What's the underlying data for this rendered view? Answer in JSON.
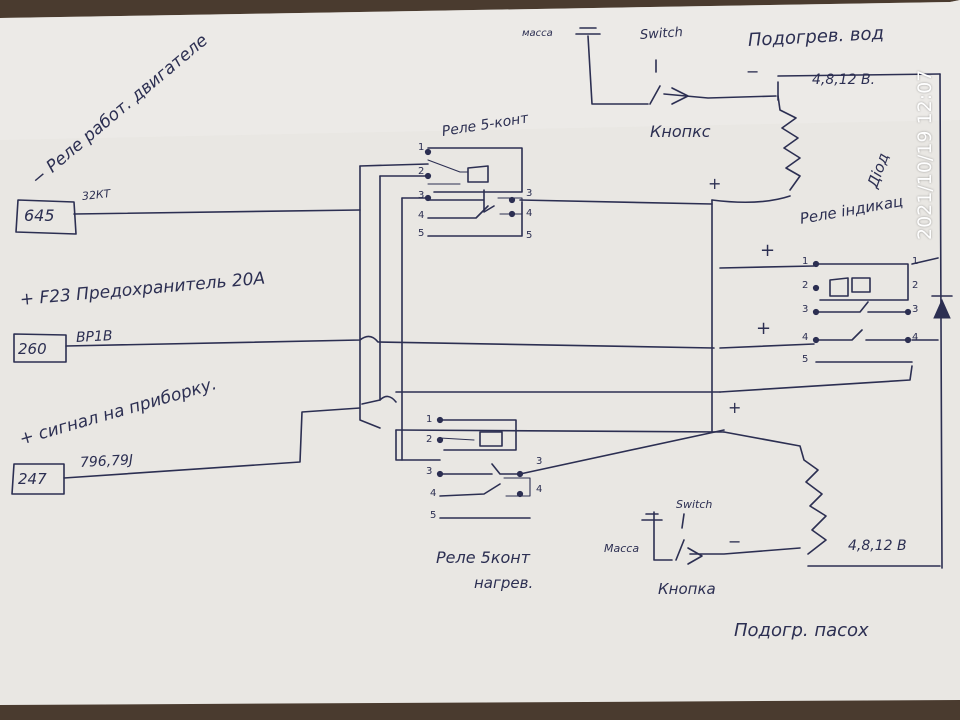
{
  "timestamp": "2021/10/19 12:07",
  "labels": {
    "relay_engine_running": "− Реле работ. двигателе",
    "wire_32kt": "32КТ",
    "terminal_645": "645",
    "fuse_f23": "+ F23 Предохранитель 20А",
    "terminal_260": "260",
    "wire_bp1b": "BP1B",
    "signal_dashboard": "+ сигнал на приборку.",
    "wire_796": "796,79J",
    "terminal_247": "247",
    "relay_5pin_top": "Реле 5-конт",
    "relay_5pin_bottom_line1": "Реле 5конт",
    "relay_5pin_bottom_line2": "нагрев.",
    "relay_indication": "Реле індикац",
    "heated_water": "Подогрев. вод",
    "heated_belt": "Подогр. пасох",
    "switch_top": "Switch",
    "switch_bottom": "Switch",
    "button_top": "Кнопкс",
    "button_bottom": "Кнопка",
    "mass_top": "масса",
    "mass_bottom": "Масса",
    "voltage_top": "4,8,12 В.",
    "voltage_bottom": "4,8,12 В",
    "diode": "Діод",
    "plus_sign": "+",
    "minus_sign": "−",
    "pins": {
      "top_relay": [
        "1",
        "2",
        "3",
        "4",
        "5",
        "3",
        "4",
        "5"
      ],
      "bottom_relay": [
        "1",
        "2",
        "3",
        "4",
        "5",
        "3",
        "4"
      ],
      "indication_relay": [
        "1",
        "2",
        "3",
        "4",
        "5",
        "1",
        "2",
        "3",
        "4"
      ]
    }
  },
  "colors": {
    "ink": "#2c2f52",
    "paper": "#eceae6",
    "background": "#5a4a3c",
    "stamp": "#ffffff"
  }
}
